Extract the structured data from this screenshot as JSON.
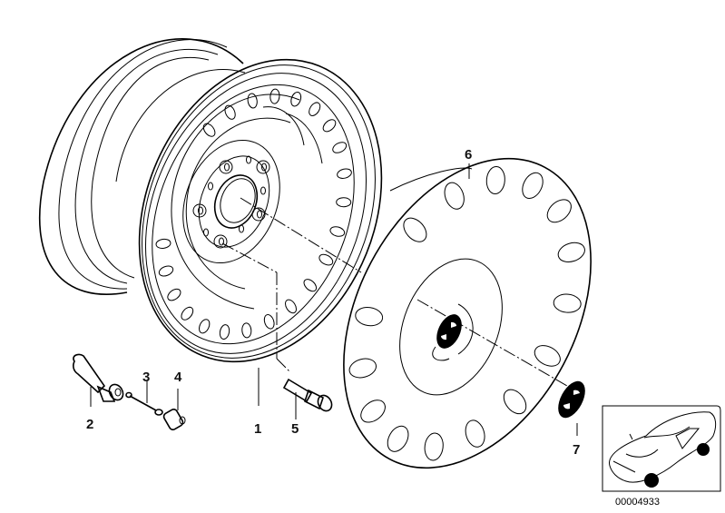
{
  "diagram": {
    "title": "Steel wheel with hubcap — exploded parts view",
    "callouts": [
      {
        "number": "1",
        "part": "steel-wheel-rim"
      },
      {
        "number": "2",
        "part": "tire-valve"
      },
      {
        "number": "3",
        "part": "valve-insert"
      },
      {
        "number": "4",
        "part": "valve-cap"
      },
      {
        "number": "5",
        "part": "wheel-bolt"
      },
      {
        "number": "6",
        "part": "hubcap"
      },
      {
        "number": "7",
        "part": "emblem"
      }
    ],
    "thumbnail": {
      "subject": "car-location-thumbnail",
      "code": "00004933"
    },
    "colors": {
      "line": "#000000",
      "background": "#ffffff"
    }
  }
}
